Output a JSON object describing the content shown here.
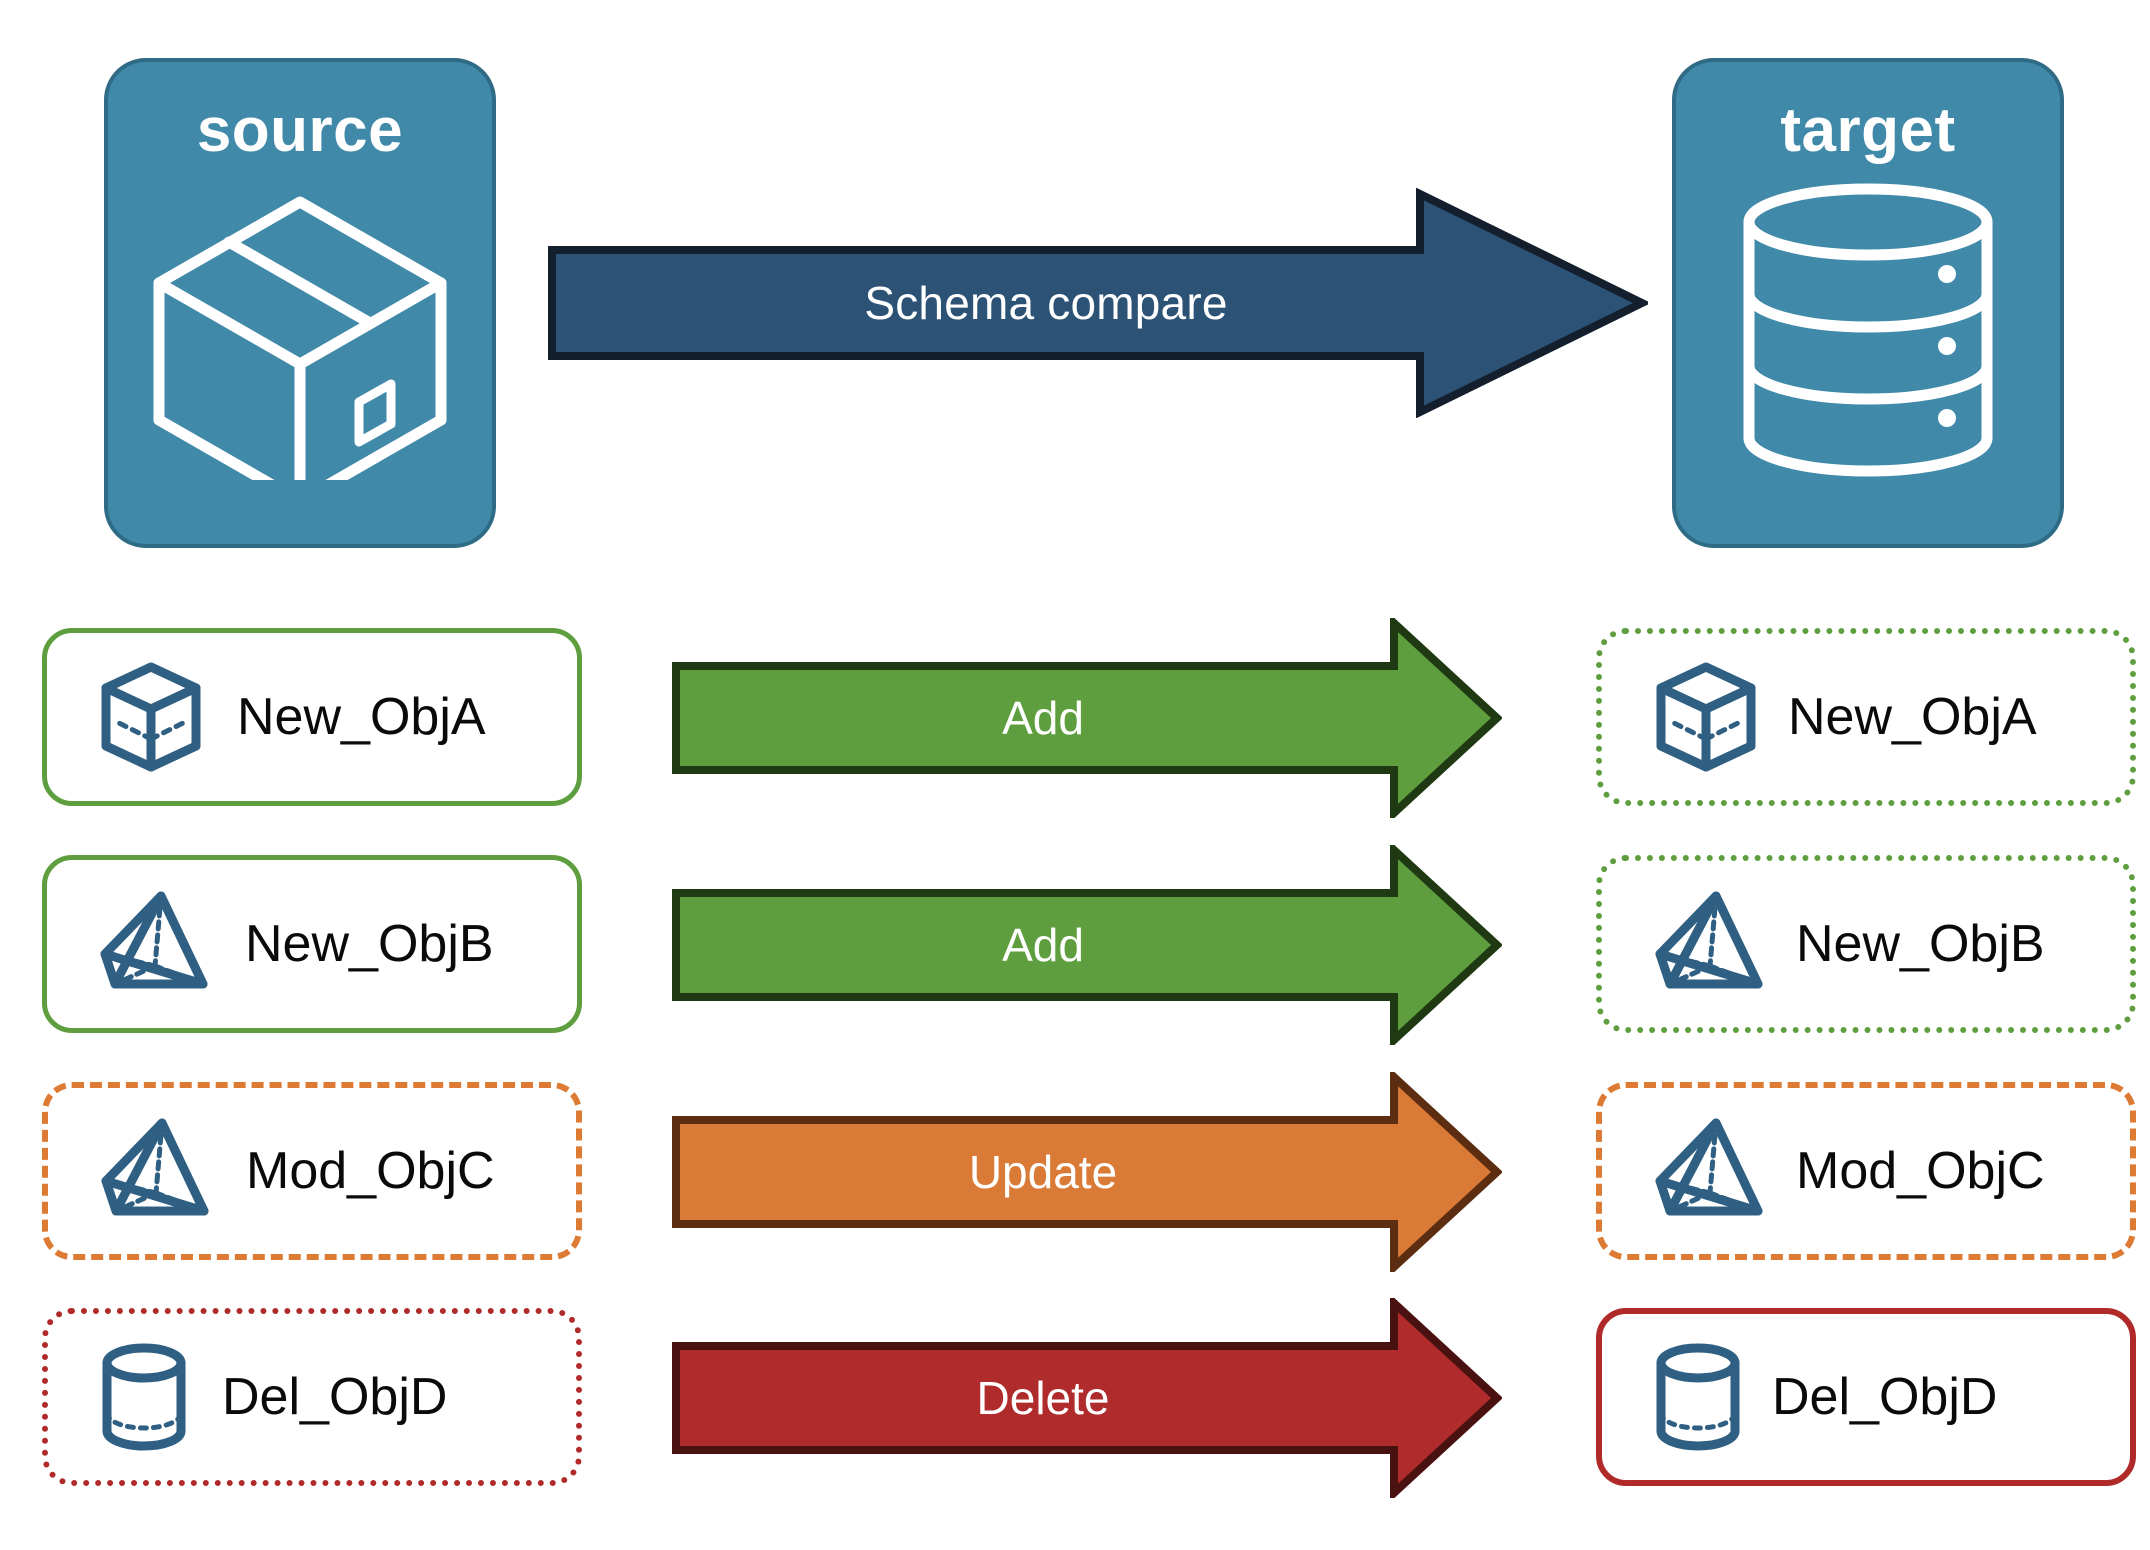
{
  "diagram": {
    "title": "Schema compare source to target",
    "background": "#ffffff"
  },
  "endpoints": {
    "source": {
      "label": "source",
      "icon": "box-cube-icon",
      "fill": "#4089a8",
      "border": "#2f6b85"
    },
    "target": {
      "label": "target",
      "icon": "database-cylinder-icon",
      "fill": "#4089a8",
      "border": "#2f6b85"
    }
  },
  "main_arrow": {
    "label": "Schema compare",
    "fill": "#2c5275",
    "stroke": "#141f2e",
    "icon": "right-arrow-icon"
  },
  "rows": [
    {
      "action": "Add",
      "arrow_fill": "#5e9e3e",
      "arrow_stroke": "#1f3a12",
      "source": {
        "label": "New_ObjA",
        "icon": "wireframe-cube-icon",
        "border_color": "#5e9e3e",
        "border_style": "solid"
      },
      "target": {
        "label": "New_ObjA",
        "icon": "wireframe-cube-icon",
        "border_color": "#5e9e3e",
        "border_style": "dotted"
      }
    },
    {
      "action": "Add",
      "arrow_fill": "#5e9e3e",
      "arrow_stroke": "#1f3a12",
      "source": {
        "label": "New_ObjB",
        "icon": "wireframe-pyramid-icon",
        "border_color": "#5e9e3e",
        "border_style": "solid"
      },
      "target": {
        "label": "New_ObjB",
        "icon": "wireframe-pyramid-icon",
        "border_color": "#5e9e3e",
        "border_style": "dotted"
      }
    },
    {
      "action": "Update",
      "arrow_fill": "#d97a36",
      "arrow_stroke": "#5c2d10",
      "source": {
        "label": "Mod_ObjC",
        "icon": "wireframe-pyramid-icon",
        "border_color": "#dd7b34",
        "border_style": "dashed"
      },
      "target": {
        "label": "Mod_ObjC",
        "icon": "wireframe-pyramid-icon",
        "border_color": "#dd7b34",
        "border_style": "dashed"
      }
    },
    {
      "action": "Delete",
      "arrow_fill": "#b02b2b",
      "arrow_stroke": "#4a1111",
      "source": {
        "label": "Del_ObjD",
        "icon": "wireframe-cylinder-icon",
        "border_color": "#b02a2a",
        "border_style": "dotted"
      },
      "target": {
        "label": "Del_ObjD",
        "icon": "wireframe-cylinder-icon",
        "border_color": "#b02a2a",
        "border_style": "solid"
      }
    }
  ],
  "palette": {
    "endpoint_blue": "#4089a8",
    "compare_blue": "#2c5275",
    "add_green": "#5e9e3e",
    "update_orange": "#d97a36",
    "delete_red": "#b02b2b",
    "icon_blue": "#2f5f82",
    "text_black": "#0a0a0a"
  }
}
